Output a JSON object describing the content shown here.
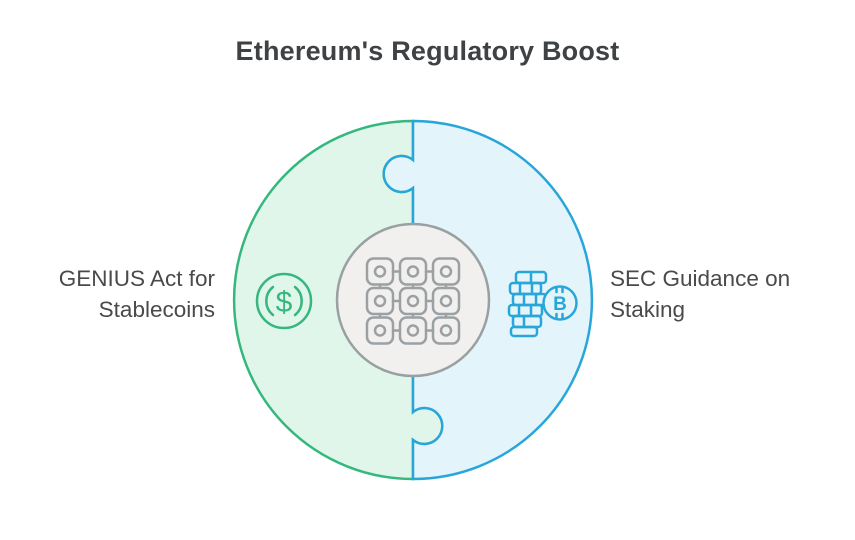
{
  "title": "Ethereum's Regulatory Boost",
  "diagram": {
    "type": "split-circle-puzzle",
    "center_icon": "blockchain-network-grid",
    "segments": [
      {
        "side": "left",
        "label_lines": [
          "GENIUS Act for",
          "Stablecoins"
        ],
        "icon": "dollar-coin",
        "fill_color": "#e1f6ea",
        "stroke_color": "#35b77e"
      },
      {
        "side": "right",
        "label_lines": [
          "SEC Guidance on",
          "Staking"
        ],
        "icon": "bitcoin-coin-stack",
        "fill_color": "#e4f4fb",
        "stroke_color": "#29a6d9"
      }
    ]
  },
  "glyphs": {
    "dollar_symbol": "$",
    "bitcoin_symbol": "B"
  },
  "colors": {
    "green_stroke": "#35b77e",
    "green_fill": "#e1f6ea",
    "blue_stroke": "#29a6d9",
    "blue_fill": "#e4f4fb",
    "gray_stroke": "#98a0a1",
    "gray_fill": "#f1f0ee",
    "icon_gray": "#9aa0a3",
    "title_color": "#3f4245",
    "label_color": "#4a4a4a",
    "page_bg": "#ffffff"
  }
}
